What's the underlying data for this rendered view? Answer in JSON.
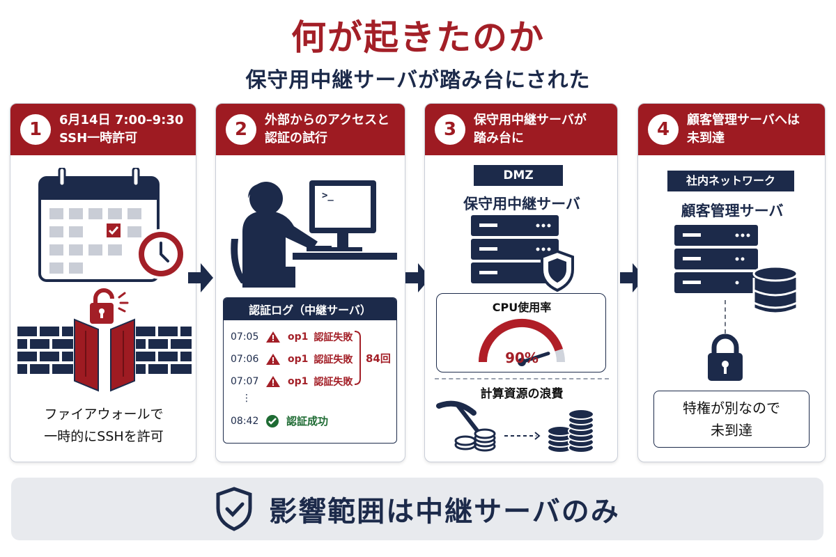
{
  "title": "何が起きたのか",
  "subtitle": "保守用中継サーバが踏み台にされた",
  "colors": {
    "accent_red": "#9e1b22",
    "navy": "#1c2a4a",
    "success_green": "#1e6b33",
    "light_bg": "#e8eaee"
  },
  "steps": [
    {
      "number": "1",
      "header_line1": "6月14日 7:00–9:30",
      "header_line2": "SSH一時許可",
      "icons": [
        "calendar-icon",
        "clock-icon",
        "unlock-icon",
        "firewall-icon"
      ],
      "caption_line1": "ファイアウォールで",
      "caption_line2": "一時的にSSHを許可"
    },
    {
      "number": "2",
      "header_line1": "外部からのアクセスと",
      "header_line2": "認証の試行",
      "icons": [
        "attacker-icon",
        "terminal-icon"
      ],
      "terminal_prompt": ">_",
      "log": {
        "title": "認証ログ（中継サーバ）",
        "rows": [
          {
            "time": "07:05",
            "user": "op1",
            "result": "認証失敗"
          },
          {
            "time": "07:06",
            "user": "op1",
            "result": "認証失敗"
          },
          {
            "time": "07:07",
            "user": "op1",
            "result": "認証失敗"
          }
        ],
        "ellipsis": "⋮",
        "fail_count": "84回",
        "success": {
          "time": "08:42",
          "result": "認証成功"
        }
      }
    },
    {
      "number": "3",
      "header_line1": "保守用中継サーバが",
      "header_line2": "踏み台に",
      "zone_label": "DMZ",
      "server_label": "保守用中継サーバ",
      "icons": [
        "server-icon",
        "shield-icon",
        "gauge-icon",
        "pickaxe-icon",
        "coins-icon"
      ],
      "cpu_label": "CPU使用率",
      "cpu_value": "90%",
      "cpu_percent": 90,
      "waste_label": "計算資源の浪費"
    },
    {
      "number": "4",
      "header_line1": "顧客管理サーバへは",
      "header_line2": "未到達",
      "zone_label": "社内ネットワーク",
      "server_label": "顧客管理サーバ",
      "icons": [
        "server-icon",
        "database-icon",
        "lock-icon"
      ],
      "caption_line1": "特権が別なので",
      "caption_line2": "未到達"
    }
  ],
  "conclusion": "影響範囲は中継サーバのみ"
}
